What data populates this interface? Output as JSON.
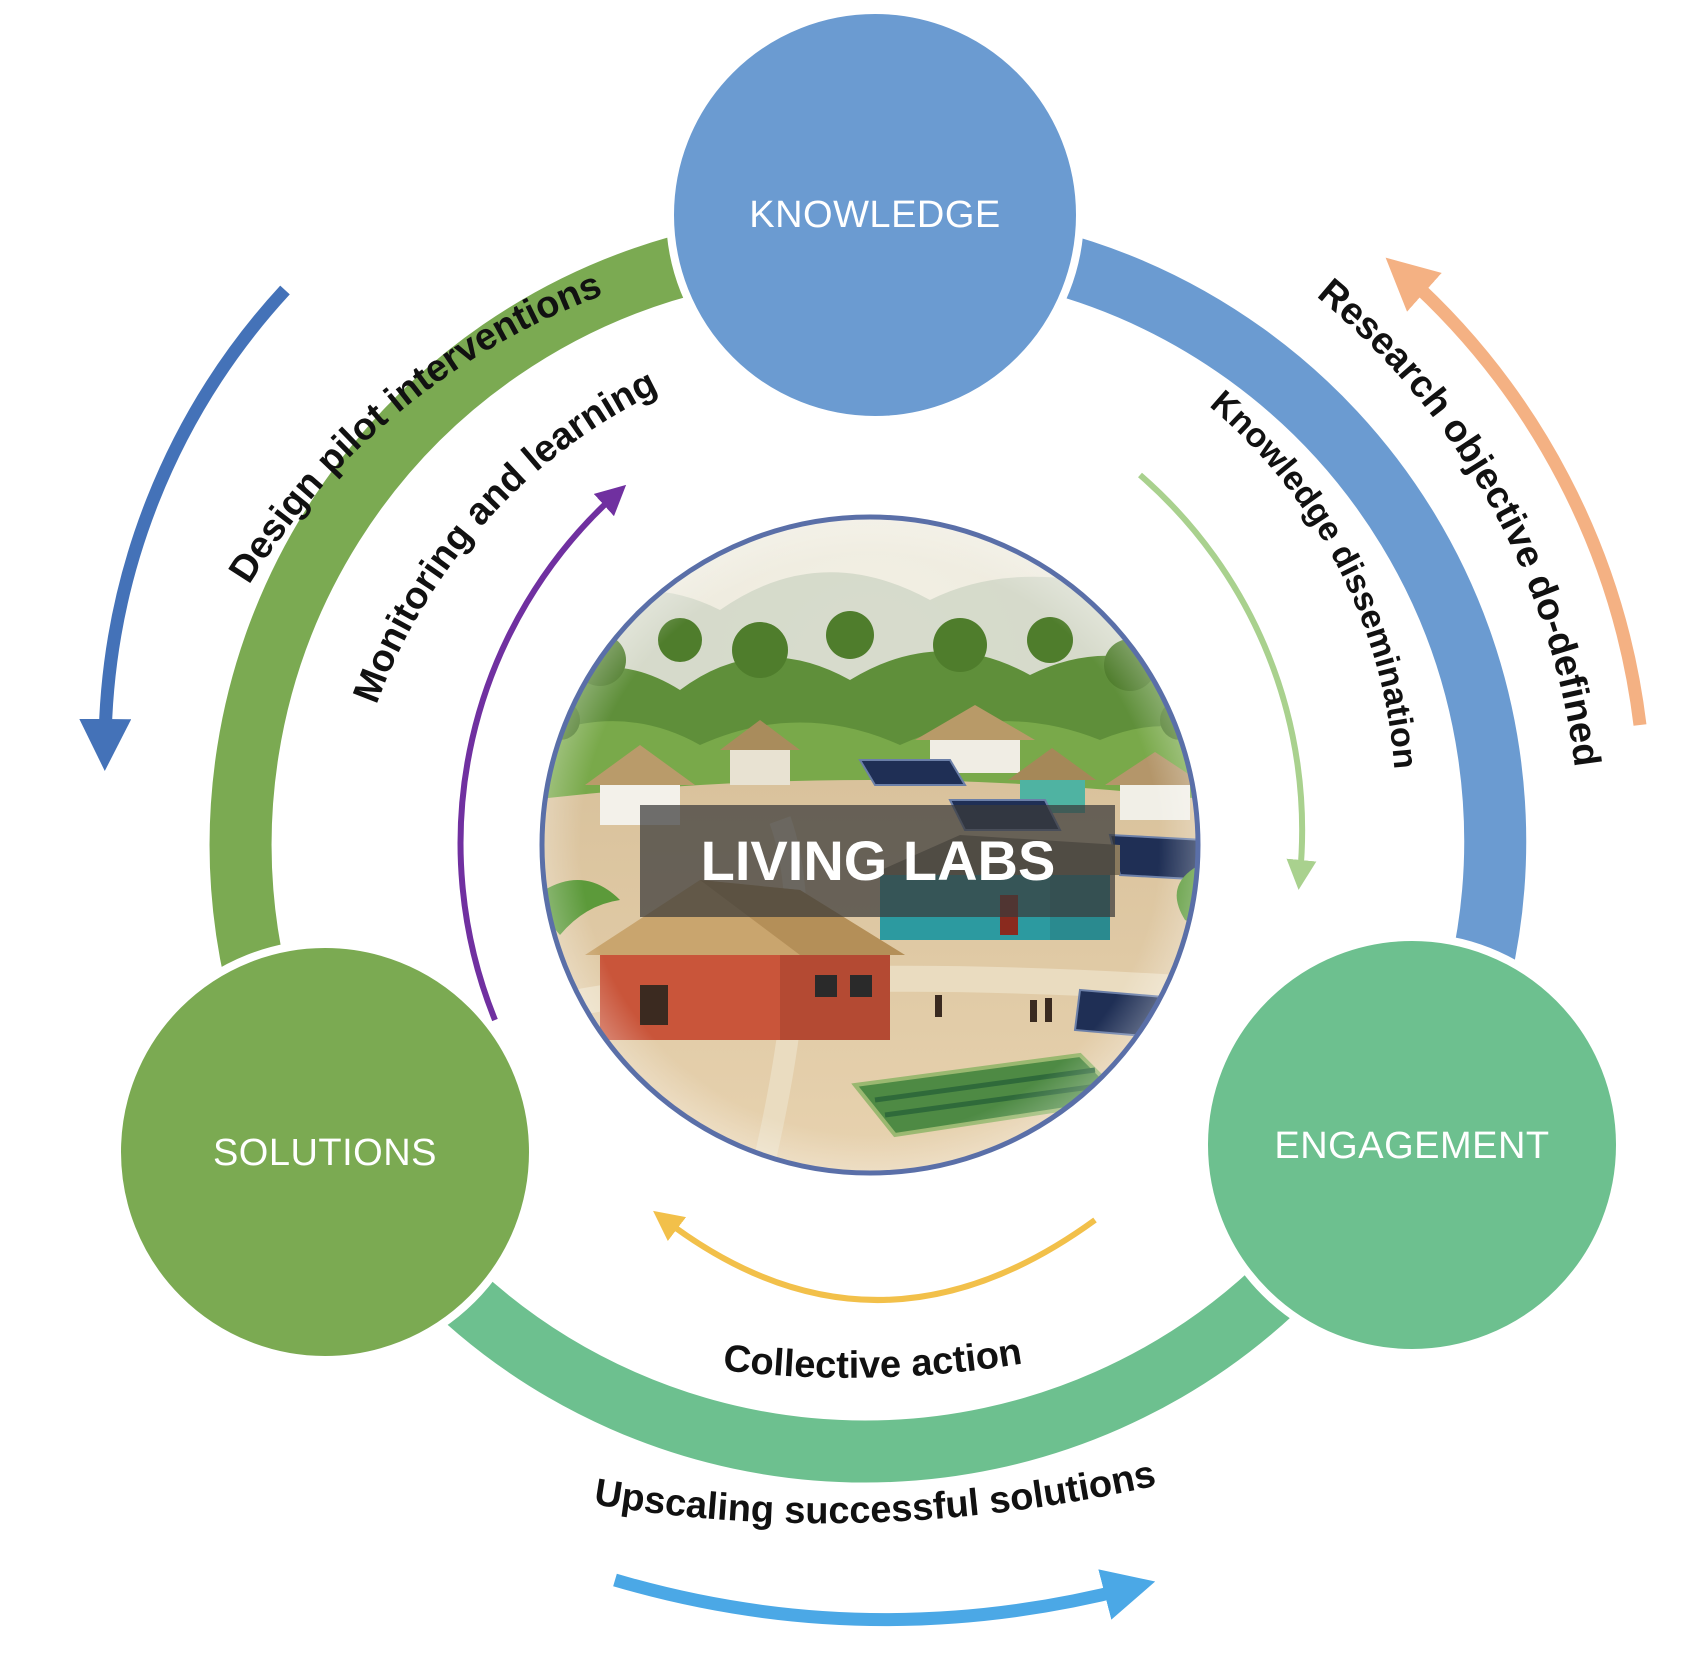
{
  "center": {
    "title": "LIVING LABS",
    "image": "illustrated rural village scene with thatched huts, palm trees, solar panels and a crop field"
  },
  "nodes": {
    "knowledge": {
      "label": "KNOWLEDGE",
      "color": "#6B9BD1"
    },
    "solutions": {
      "label": "SOLUTIONS",
      "color": "#7BAA52"
    },
    "engagement": {
      "label": "ENGAGEMENT",
      "color": "#6DC08F"
    }
  },
  "flows": {
    "design_pilot": {
      "label": "Design pilot interventions",
      "color": "#4472B8"
    },
    "monitoring": {
      "label": "Monitoring and learning",
      "color": "#7030A0"
    },
    "knowledge_dissemination": {
      "label": "Knowledge dissemination",
      "color": "#A9D18E"
    },
    "research_objective": {
      "label": "Research objective do-defined",
      "color": "#F4B183"
    },
    "collective_action": {
      "label": "Collective action",
      "color": "#F2C04A"
    },
    "upscaling": {
      "label": "Upscaling successful solutions",
      "color": "#4BA8E6"
    }
  },
  "ring_colors": {
    "left": "#7BAA52",
    "right": "#6B9BD1",
    "bottom": "#6DC08F"
  }
}
